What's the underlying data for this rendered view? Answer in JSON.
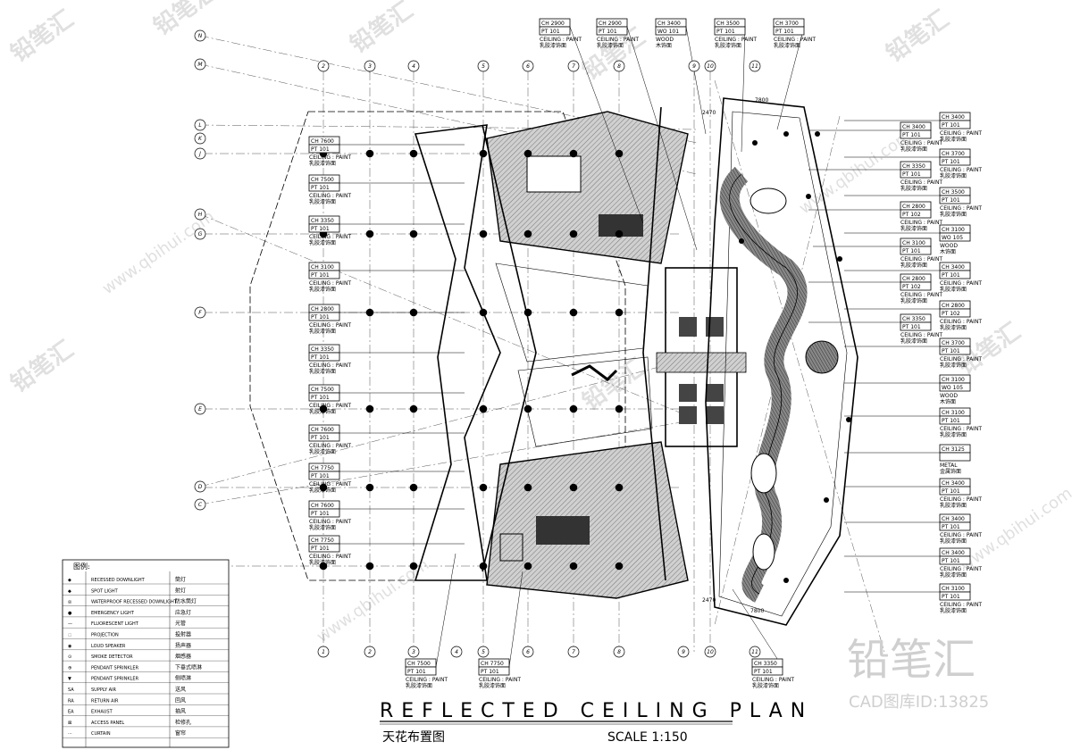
{
  "title": {
    "main": "REFLECTED CEILING PLAN",
    "cn": "天花布置图",
    "scale": "SCALE 1:150"
  },
  "watermark": {
    "brand": "铅笔汇",
    "id_text": "CAD图库ID:13825",
    "url": "www.qbihui.com",
    "repeat": [
      "铅笔汇",
      "铅笔汇",
      "铅笔汇",
      "铅笔汇",
      "铅笔汇",
      "铅笔汇",
      "铅笔汇",
      "铅笔汇"
    ],
    "url_repeat": [
      "www.qbihui.com",
      "www.qbihui.com",
      "www.qbihui.com",
      "www.qbihui.com",
      "www.qbihui.com"
    ]
  },
  "ceiling_tags_left": [
    {
      "ch": "CH 7600",
      "pt": "PT 101",
      "en": "CEILING : PAINT",
      "cn": "乳胶漆饰面"
    },
    {
      "ch": "CH 7500",
      "pt": "PT 101",
      "en": "CEILING : PAINT",
      "cn": "乳胶漆饰面"
    },
    {
      "ch": "CH 3350",
      "pt": "PT 101",
      "en": "CEILING : PAINT",
      "cn": "乳胶漆饰面"
    },
    {
      "ch": "CH 3100",
      "pt": "PT 101",
      "en": "CEILING : PAINT",
      "cn": "乳胶漆饰面"
    },
    {
      "ch": "CH 2800",
      "pt": "PT 101",
      "en": "CEILING : PAINT",
      "cn": "乳胶漆饰面"
    },
    {
      "ch": "CH 3350",
      "pt": "PT 101",
      "en": "CEILING : PAINT",
      "cn": "乳胶漆饰面"
    },
    {
      "ch": "CH 7500",
      "pt": "PT 101",
      "en": "CEILING : PAINT",
      "cn": "乳胶漆饰面"
    },
    {
      "ch": "CH 7600",
      "pt": "PT 101",
      "en": "CEILING : PAINT",
      "cn": "乳胶漆饰面"
    },
    {
      "ch": "CH 7750",
      "pt": "PT 101",
      "en": "CEILING : PAINT",
      "cn": "乳胶漆饰面"
    },
    {
      "ch": "CH 7600",
      "pt": "PT 101",
      "en": "CEILING : PAINT",
      "cn": "乳胶漆饰面"
    },
    {
      "ch": "CH 7750",
      "pt": "PT 101",
      "en": "CEILING : PAINT",
      "cn": "乳胶漆饰面"
    }
  ],
  "ceiling_tags_top": [
    {
      "ch": "CH 2900",
      "pt": "PT 101",
      "en": "CEILING : PAINT",
      "cn": "乳胶漆饰面"
    },
    {
      "ch": "CH 2900",
      "pt": "PT 101",
      "en": "CEILING : PAINT",
      "cn": "乳胶漆饰面"
    },
    {
      "ch": "CH 3400",
      "pt": "WO 101",
      "en": "WOOD",
      "cn": "木饰面"
    },
    {
      "ch": "CH 3500",
      "pt": "PT 101",
      "en": "CEILING : PAINT",
      "cn": "乳胶漆饰面"
    },
    {
      "ch": "CH 3700",
      "pt": "PT 101",
      "en": "CEILING : PAINT",
      "cn": "乳胶漆饰面"
    }
  ],
  "ceiling_tags_right_inner": [
    {
      "ch": "CH 3400",
      "pt": "PT 101",
      "en": "CEILING : PAINT",
      "cn": "乳胶漆饰面"
    },
    {
      "ch": "CH 3350",
      "pt": "PT 101",
      "en": "CEILING : PAINT",
      "cn": "乳胶漆饰面"
    },
    {
      "ch": "CH 2800",
      "pt": "PT 102",
      "en": "CEILING : PAINT",
      "cn": "乳胶漆饰面"
    },
    {
      "ch": "CH 2800",
      "pt": "PT 102",
      "en": "CEILING : PAINT",
      "cn": "乳胶漆饰面"
    },
    {
      "ch": "CH 3350",
      "pt": "PT 101",
      "en": "CEILING : PAINT",
      "cn": "乳胶漆饰面"
    },
    {
      "ch": "CH 3100",
      "pt": "PT 101",
      "en": "CEILING : PAINT",
      "cn": "乳胶漆饰面"
    }
  ],
  "ceiling_tags_right_outer": [
    {
      "ch": "CH 3400",
      "pt": "PT 101",
      "en": "CEILING : PAINT",
      "cn": "乳胶漆饰面"
    },
    {
      "ch": "CH 3700",
      "pt": "PT 101",
      "en": "CEILING : PAINT",
      "cn": "乳胶漆饰面"
    },
    {
      "ch": "CH 3500",
      "pt": "PT 101",
      "en": "CEILING : PAINT",
      "cn": "乳胶漆饰面"
    },
    {
      "ch": "CH 3100",
      "pt": "WO 105",
      "en": "WOOD",
      "cn": "木饰面"
    },
    {
      "ch": "CH 3400",
      "pt": "PT 101",
      "en": "CEILING : PAINT",
      "cn": "乳胶漆饰面"
    },
    {
      "ch": "CH 2800",
      "pt": "PT 102",
      "en": "CEILING : PAINT",
      "cn": "乳胶漆饰面"
    },
    {
      "ch": "CH 3700",
      "pt": "PT 101",
      "en": "CEILING : PAINT",
      "cn": "乳胶漆饰面"
    },
    {
      "ch": "CH 3100",
      "pt": "WO 105",
      "en": "WOOD",
      "cn": "木饰面"
    },
    {
      "ch": "CH 3100",
      "pt": "PT 101",
      "en": "CEILING : PAINT",
      "cn": "乳胶漆饰面"
    },
    {
      "ch": "CH 3125",
      "pt": "",
      "en": "METAL",
      "cn": "金属饰面"
    },
    {
      "ch": "CH 3400",
      "pt": "PT 101",
      "en": "CEILING : PAINT",
      "cn": "乳胶漆饰面"
    },
    {
      "ch": "CH 3400",
      "pt": "PT 101",
      "en": "CEILING : PAINT",
      "cn": "乳胶漆饰面"
    },
    {
      "ch": "CH 3400",
      "pt": "PT 101",
      "en": "CEILING : PAINT",
      "cn": "乳胶漆饰面"
    },
    {
      "ch": "CH 3100",
      "pt": "PT 101",
      "en": "CEILING : PAINT",
      "cn": "乳胶漆饰面"
    }
  ],
  "ceiling_tags_bottom": [
    {
      "ch": "CH 7500",
      "pt": "PT 101",
      "en": "CEILING : PAINT",
      "cn": "乳胶漆饰面"
    },
    {
      "ch": "CH 7750",
      "pt": "PT 101",
      "en": "CEILING : PAINT",
      "cn": "乳胶漆饰面"
    },
    {
      "ch": "CH 3350",
      "pt": "PT 101",
      "en": "CEILING : PAINT",
      "cn": "乳胶漆饰面"
    }
  ],
  "grid_bubbles_top": [
    "2",
    "3",
    "4",
    "5",
    "6",
    "7",
    "8",
    "9",
    "10",
    "11"
  ],
  "grid_bubbles_bottom": [
    "1",
    "2",
    "3",
    "4",
    "5",
    "6",
    "7",
    "8",
    "9",
    "10",
    "11"
  ],
  "grid_bubbles_left": [
    "N",
    "M",
    "L",
    "K",
    "J",
    "H",
    "G",
    "F",
    "E",
    "D",
    "C"
  ],
  "dimensions": [
    "7800",
    "2470",
    "2470",
    "7800"
  ],
  "legend": {
    "title": "图例:",
    "items": [
      {
        "en": "RECESSED DOWNLIGHT",
        "cn": "筒灯"
      },
      {
        "en": "SPOT LIGHT",
        "cn": "射灯"
      },
      {
        "en": "WATERPROOF RECESSED DOWNLIGHT",
        "cn": "防水筒灯"
      },
      {
        "en": "EMERGENCY LIGHT",
        "cn": "应急灯"
      },
      {
        "en": "FLUORESCENT LIGHT",
        "cn": "光管"
      },
      {
        "en": "PROJECTION",
        "cn": "投射器"
      },
      {
        "en": "LOUD SPEAKER",
        "cn": "扬声器"
      },
      {
        "en": "SMOKE DETECTOR",
        "cn": "烟感器"
      },
      {
        "en": "PENDANT SPRINKLER",
        "cn": "下垂式喷淋"
      },
      {
        "en": "PENDANT SPRINKLER",
        "cn": "侧喷淋"
      },
      {
        "en": "SUPPLY AIR",
        "cn": "送风"
      },
      {
        "en": "RETURN AIR",
        "cn": "回风"
      },
      {
        "en": "EXHAUST",
        "cn": "抽风"
      },
      {
        "en": "ACCESS PANEL",
        "cn": "检修孔"
      },
      {
        "en": "CURTAIN",
        "cn": "窗帘"
      }
    ]
  },
  "colors": {
    "line": "#000000",
    "hatch": "#9a9a9a",
    "watermark": "#cfcfcf"
  }
}
